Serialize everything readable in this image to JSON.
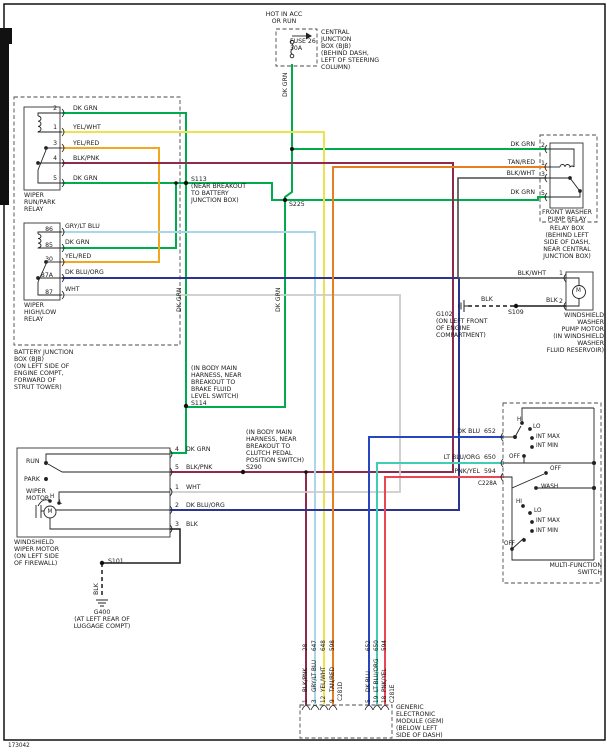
{
  "page": {
    "footer_code": "173042"
  },
  "power_feed": {
    "hot_label": "HOT IN ACC\nOR RUN",
    "fuse_label": "FUSE 26\n30A",
    "cjb_label": "CENTRAL\nJUNCTION\nBOX (BJB)\n(BEHIND DASH,\nLEFT OF STEERING\nCOLUMN)",
    "wire": "DK GRN"
  },
  "runpark_relay": {
    "name": "WIPER\nRUN/PARK\nRELAY",
    "pins": [
      {
        "num": "2",
        "wire": "DK GRN"
      },
      {
        "num": "1",
        "wire": "YEL/WHT"
      },
      {
        "num": "3",
        "wire": "YEL/RED"
      },
      {
        "num": "4",
        "wire": "BLK/PNK"
      },
      {
        "num": "5",
        "wire": "DK GRN"
      }
    ]
  },
  "highlow_relay": {
    "name": "WIPER\nHIGH/LOW\nRELAY",
    "pins": [
      {
        "num": "86",
        "wire": "GRY/LT BLU"
      },
      {
        "num": "85",
        "wire": "DK GRN"
      },
      {
        "num": "30",
        "wire": "YEL/RED"
      },
      {
        "num": "87A",
        "wire": "DK BLU/ORG"
      },
      {
        "num": "87",
        "wire": "WHT"
      }
    ]
  },
  "bjb_note": "BATTERY JUNCTION\nBOX (BJB)\n(ON LEFT SIDE OF\nENGINE COMPT,\nFORWARD OF\nSTRUT TOWER)",
  "splices": {
    "s113": "S113\n(NEAR BREAKOUT\nTO BATTERY\nJUNCTION BOX)",
    "s225": "S225",
    "s114": "(IN BODY MAIN\nHARNESS, NEAR\nBREAKOUT TO\nBRAKE FLUID\nLEVEL SWITCH)\nS114",
    "s290": "(IN BODY MAIN\nHARNESS, NEAR\nBREAKOUT TO\nCLUTCH PEDAL\nPOSITION SWITCH)\nS290",
    "s101": "S101",
    "s109": "S109"
  },
  "grounds": {
    "g400": "G400\n(AT LEFT REAR OF\nLUGGAGE COMPT)",
    "g102": "G102\n(ON LEFT FRONT\nOF ENGINE\nCOMPARTMENT)"
  },
  "wire_labels": {
    "dk_grn": "DK GRN",
    "blk": "BLK"
  },
  "washer_relay": {
    "name": "FRONT WASHER\nPUMP RELAY",
    "box_note": "RELAY BOX\n(BEHIND LEFT\nSIDE OF DASH,\nNEAR CENTRAL\nJUNCTION BOX)",
    "pins": [
      {
        "num": "2",
        "wire": "DK GRN"
      },
      {
        "num": "1",
        "wire": "TAN/RED"
      },
      {
        "num": "3",
        "wire": "BLK/WHT"
      },
      {
        "num": "5",
        "wire": "DK GRN"
      }
    ]
  },
  "washer_motor": {
    "name": "WINDSHIELD\nWASHER\nPUMP MOTOR\n(IN WINDSHIELD WASHER\nFLUID RESERVOIR)",
    "motor_letter": "M",
    "blk_label": "BLK",
    "pins": [
      {
        "num": "1",
        "wire": "BLK/WHT"
      },
      {
        "num": "2",
        "wire": "BLK"
      }
    ]
  },
  "wiper_motor": {
    "name": "WINDSHIELD\nWIPER MOTOR\n(ON LEFT SIDE\nOF FIREWALL)",
    "run": "RUN",
    "park": "PARK",
    "motor_label": "WIPER\nMOTOR",
    "motor_letter": "M",
    "h": "H",
    "l": "L",
    "pins": [
      {
        "num": "4",
        "wire": "DK GRN"
      },
      {
        "num": "5",
        "wire": "BLK/PNK"
      },
      {
        "num": "1",
        "wire": "WHT"
      },
      {
        "num": "2",
        "wire": "DK BLU/ORG"
      },
      {
        "num": "3",
        "wire": "BLK"
      }
    ]
  },
  "multifunction_switch": {
    "name": "MULTI-FUNCTION\nSWITCH",
    "connector": "C228A",
    "inputs": [
      {
        "wire": "DK BLU",
        "circuit": "652"
      },
      {
        "wire": "LT BLU/ORG",
        "circuit": "650"
      },
      {
        "wire": "PNK/YEL",
        "circuit": "594"
      }
    ],
    "positions_top": [
      "HI",
      "LO",
      "INT MAX",
      "INT MIN",
      "OFF"
    ],
    "wash_row": [
      "OFF",
      "WASH"
    ],
    "positions_bottom": [
      "HI",
      "LO",
      "INT MAX",
      "INT MIN",
      "OFF"
    ]
  },
  "gem": {
    "name": "GENERIC\nELECTRONIC\nMODULE (GEM)\n(BELOW LEFT\nSIDE OF DASH)",
    "connector_d": "C281D",
    "connector_e": "C281E",
    "wires": [
      {
        "circuit": "28",
        "color": "BLK/PNK",
        "pin": "1"
      },
      {
        "circuit": "647",
        "color": "GRY/LT BLU",
        "pin": "3"
      },
      {
        "circuit": "648",
        "color": "YEL/WHT",
        "pin": "12"
      },
      {
        "circuit": "598",
        "color": "TAN/RED",
        "pin": "9"
      },
      {
        "circuit": "652",
        "color": "DK BLU",
        "pin": "5"
      },
      {
        "circuit": "650",
        "color": "LT BLU/ORG",
        "pin": "19"
      },
      {
        "circuit": "594",
        "color": "PNK/YEL",
        "pin": "18"
      }
    ]
  },
  "wire_colors": {
    "dk_grn": "#00AB4E",
    "yel_wht": "#EDE34D",
    "yel_red": "#F3A71F",
    "blk_pnk": "#8F2A4E",
    "gry_lt_blu": "#A9D6E9",
    "dk_blu_org": "#2B3590",
    "wht": "#CBCBCB",
    "tan_red": "#E97C1E",
    "blk_wht": "#4A4A4A",
    "blk": "#1C1C1C",
    "dk_blu": "#2746C0",
    "lt_blu_org": "#41CDB1",
    "pnk_yel": "#EA4653"
  }
}
